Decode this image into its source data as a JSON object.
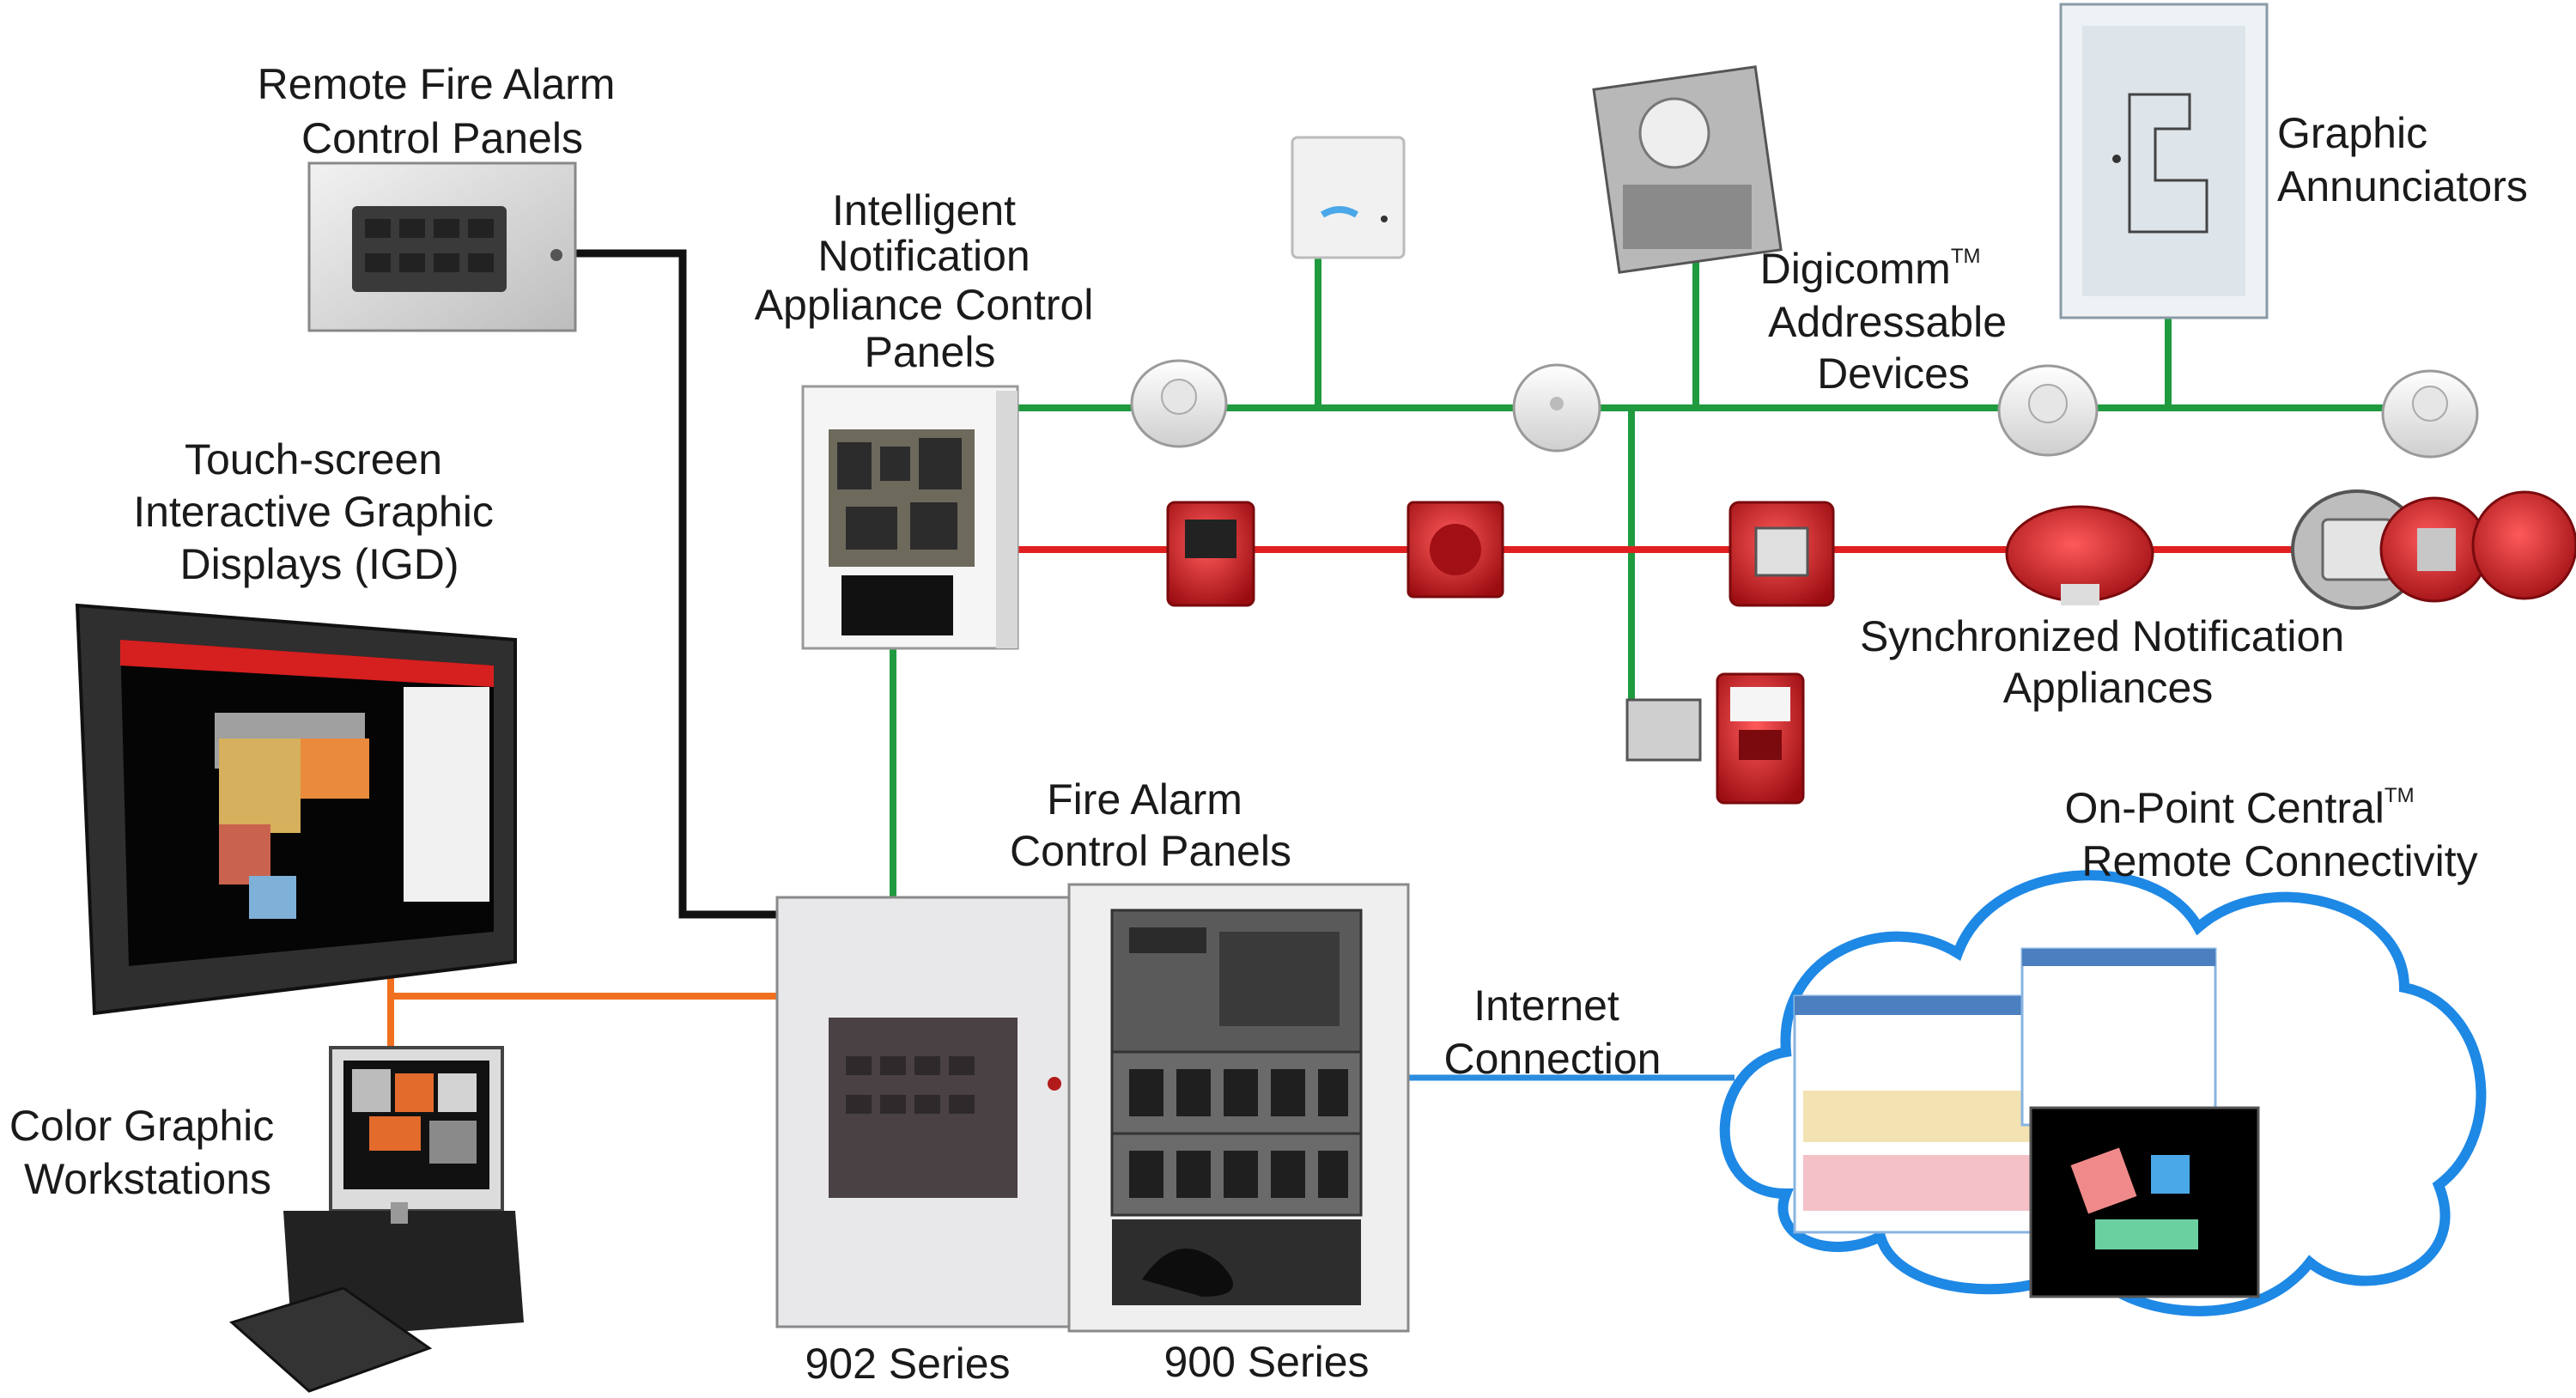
{
  "labels": {
    "remote_facp": [
      "Remote Fire Alarm",
      "Control Panels"
    ],
    "inac": [
      "Intelligent",
      "Notification",
      "Appliance Control",
      "Panels"
    ],
    "igd": [
      "Touch-screen",
      "Interactive Graphic",
      "Displays (IGD)"
    ],
    "digicomm": {
      "line1": "Digicomm",
      "tm": "TM",
      "line2": "Addressable",
      "line3": "Devices"
    },
    "graphic_annunciators": [
      "Graphic",
      "Annunciators"
    ],
    "sync_notification": [
      "Synchronized Notification",
      "Appliances"
    ],
    "facp": [
      "Fire Alarm",
      "Control Panels"
    ],
    "color_graphic": [
      "Color Graphic",
      "Workstations"
    ],
    "internet": [
      "Internet",
      "Connection"
    ],
    "onpoint": {
      "line1": "On-Point Central",
      "tm": "TM",
      "line2": "Remote Connectivity"
    },
    "series_902": "902 Series",
    "series_900": "900 Series"
  },
  "colors": {
    "slc_line": "#1f9a3f",
    "nac_line": "#e02020",
    "network_line": "#111111",
    "graphics_line": "#f07020",
    "internet_line": "#2b8de0",
    "cloud_outline": "#1e88e5",
    "device_red": "#c0141a",
    "panel_grey": "#d9d9d9"
  },
  "icons": {
    "remote_panel": "remote-fire-alarm-panel-icon",
    "inac_panel": "notification-control-panel-icon",
    "igd_display": "touch-screen-display-icon",
    "workstation": "computer-workstation-icon",
    "facp_902": "fire-panel-902-icon",
    "facp_900": "fire-panel-900-icon",
    "cloud": "cloud-icon",
    "smoke_detector": "smoke-detector-icon",
    "heat_detector": "heat-detector-icon",
    "duct_detector": "duct-detector-icon",
    "wall_module": "wall-module-icon",
    "annunciator": "graphic-annunciator-icon",
    "pull_station": "manual-pull-station-icon",
    "horn_strobe": "horn-strobe-icon",
    "speaker_strobe": "speaker-strobe-icon"
  }
}
